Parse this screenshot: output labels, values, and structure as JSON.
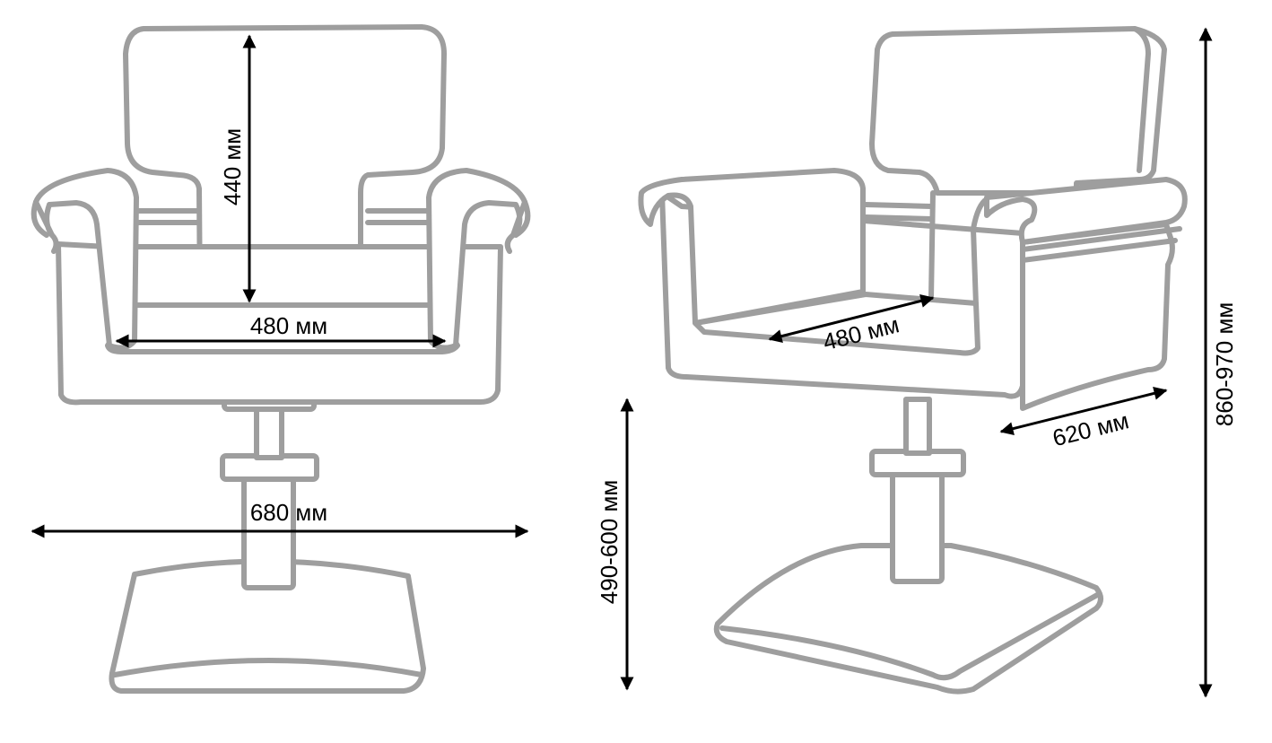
{
  "colors": {
    "outline": "#9e9e9e",
    "dimension": "#000000",
    "background": "#ffffff"
  },
  "front_view": {
    "back_height": "440 мм",
    "seat_width": "480 мм",
    "overall_width": "680 мм"
  },
  "side_view": {
    "seat_depth": "480 мм",
    "overall_depth": "620 мм",
    "seat_height": "490-600 мм",
    "overall_height": "860-970 мм"
  }
}
